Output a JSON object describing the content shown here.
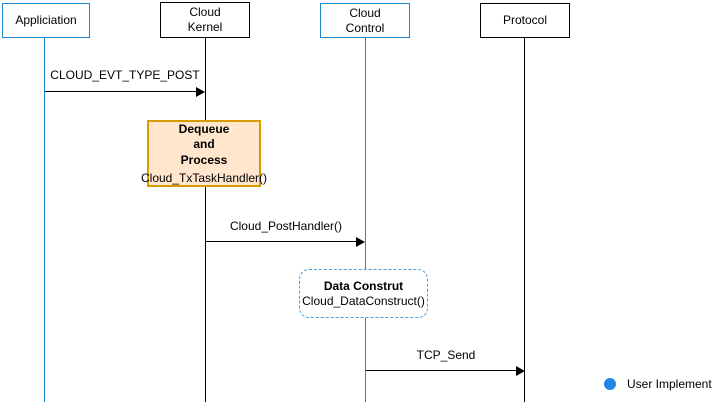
{
  "colors": {
    "actor_blue_stroke": "#1e88cf",
    "actor_black_stroke": "#000000",
    "process_fill": "#ffe6cc",
    "process_stroke": "#d79b00",
    "construct_stroke": "#4a9ed9",
    "legend_dot": "#1e88e5",
    "arrow": "#000000",
    "background": "#ffffff"
  },
  "diagram": {
    "actors": [
      {
        "label": "Appliciation",
        "stroke": "#1e88cf"
      },
      {
        "label": "Cloud\nKernel",
        "stroke": "#000000"
      },
      {
        "label": "Cloud\nControl",
        "stroke": "#1e88cf"
      },
      {
        "label": "Protocol",
        "stroke": "#000000"
      }
    ],
    "messages": [
      {
        "label": "CLOUD_EVT_TYPE_POST",
        "from": "Appliciation",
        "to": "Cloud Kernel"
      },
      {
        "label": "Cloud_PostHandler()",
        "from": "Cloud Kernel",
        "to": "Cloud Control"
      },
      {
        "label": "TCP_Send",
        "from": "Cloud Control",
        "to": "Protocol"
      }
    ],
    "process_box": {
      "title": "Dequeue\nand\nProcess",
      "subtitle": "Cloud_TxTaskHandler()",
      "fill": "#ffe6cc",
      "stroke": "#d79b00"
    },
    "construct_box": {
      "title": "Data Construt",
      "subtitle": "Cloud_DataConstruct()",
      "stroke": "#4a9ed9"
    },
    "legend": {
      "dot_color": "#1e88e5",
      "label": "User Implement"
    }
  }
}
